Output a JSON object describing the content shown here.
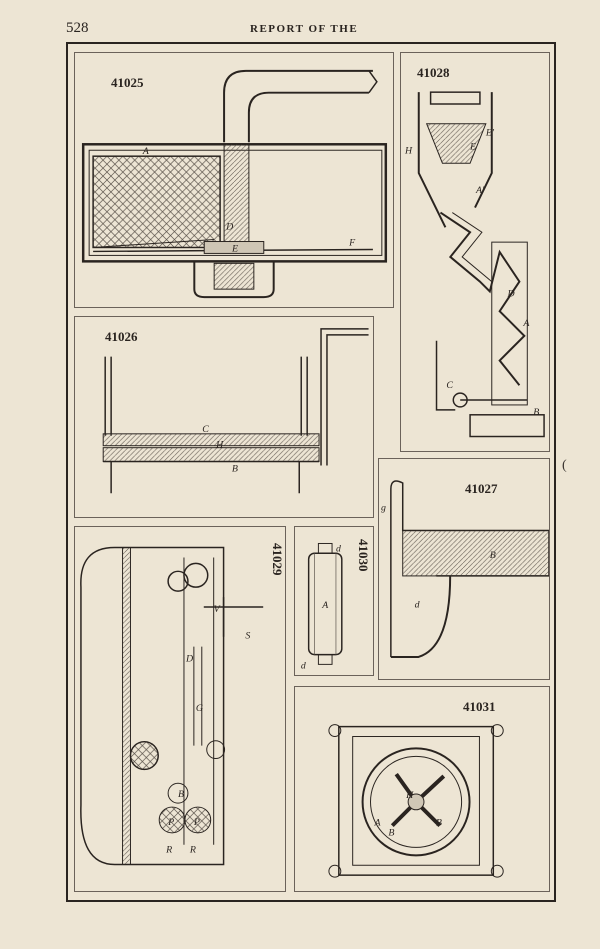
{
  "header": {
    "page_number": "528",
    "running_title": "REPORT OF THE"
  },
  "figures": {
    "f41025": {
      "number": "41025",
      "labels": [
        "A",
        "D",
        "E",
        "F"
      ]
    },
    "f41026": {
      "number": "41026",
      "labels": [
        "C",
        "H",
        "B"
      ]
    },
    "f41028": {
      "number": "41028",
      "labels": [
        "H",
        "E'",
        "E",
        "A'",
        "D",
        "A",
        "C",
        "B"
      ]
    },
    "f41027": {
      "number": "41027",
      "labels": [
        "g",
        "B",
        "d"
      ]
    },
    "f41029": {
      "number": "41029",
      "labels": [
        "D",
        "S",
        "V",
        "G",
        "B",
        "P",
        "P",
        "R",
        "R"
      ]
    },
    "f41030": {
      "number": "41030",
      "labels": [
        "d",
        "A",
        "d"
      ]
    },
    "f41031": {
      "number": "41031",
      "labels": [
        "H",
        "A",
        "B",
        "B"
      ]
    }
  },
  "side_mark": "("
}
